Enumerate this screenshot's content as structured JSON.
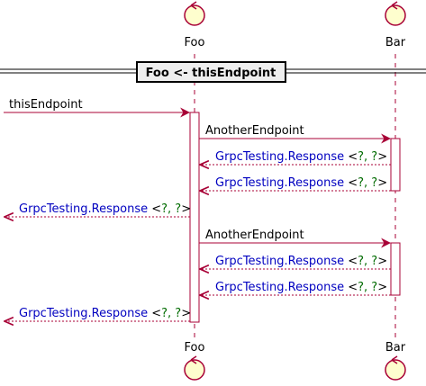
{
  "participants": [
    {
      "id": "foo",
      "label": "Foo",
      "icon": "control-icon"
    },
    {
      "id": "bar",
      "label": "Bar",
      "icon": "control-icon"
    }
  ],
  "divider": {
    "label": "Foo <- thisEndpoint"
  },
  "messages": [
    {
      "text": "thisEndpoint"
    },
    {
      "text": "AnotherEndpoint"
    },
    {
      "type_name": "GrpcTesting.Response",
      "open": " <",
      "args": "?, ?",
      "close": ">"
    },
    {
      "type_name": "GrpcTesting.Response",
      "open": " <",
      "args": "?, ?",
      "close": ">"
    },
    {
      "type_name": "GrpcTesting.Response",
      "open": " <",
      "args": "?, ?",
      "close": ">"
    },
    {
      "text": "AnotherEndpoint"
    },
    {
      "type_name": "GrpcTesting.Response",
      "open": " <",
      "args": "?, ?",
      "close": ">"
    },
    {
      "type_name": "GrpcTesting.Response",
      "open": " <",
      "args": "?, ?",
      "close": ">"
    },
    {
      "type_name": "GrpcTesting.Response",
      "open": " <",
      "args": "?, ?",
      "close": ">"
    }
  ],
  "colors": {
    "line": "#a80036",
    "box_fill": "#fefece",
    "activation_fill": "#ffffff",
    "type_name": "#0000c0",
    "type_args": "#006b00",
    "divider_fill": "#eeeeee"
  }
}
